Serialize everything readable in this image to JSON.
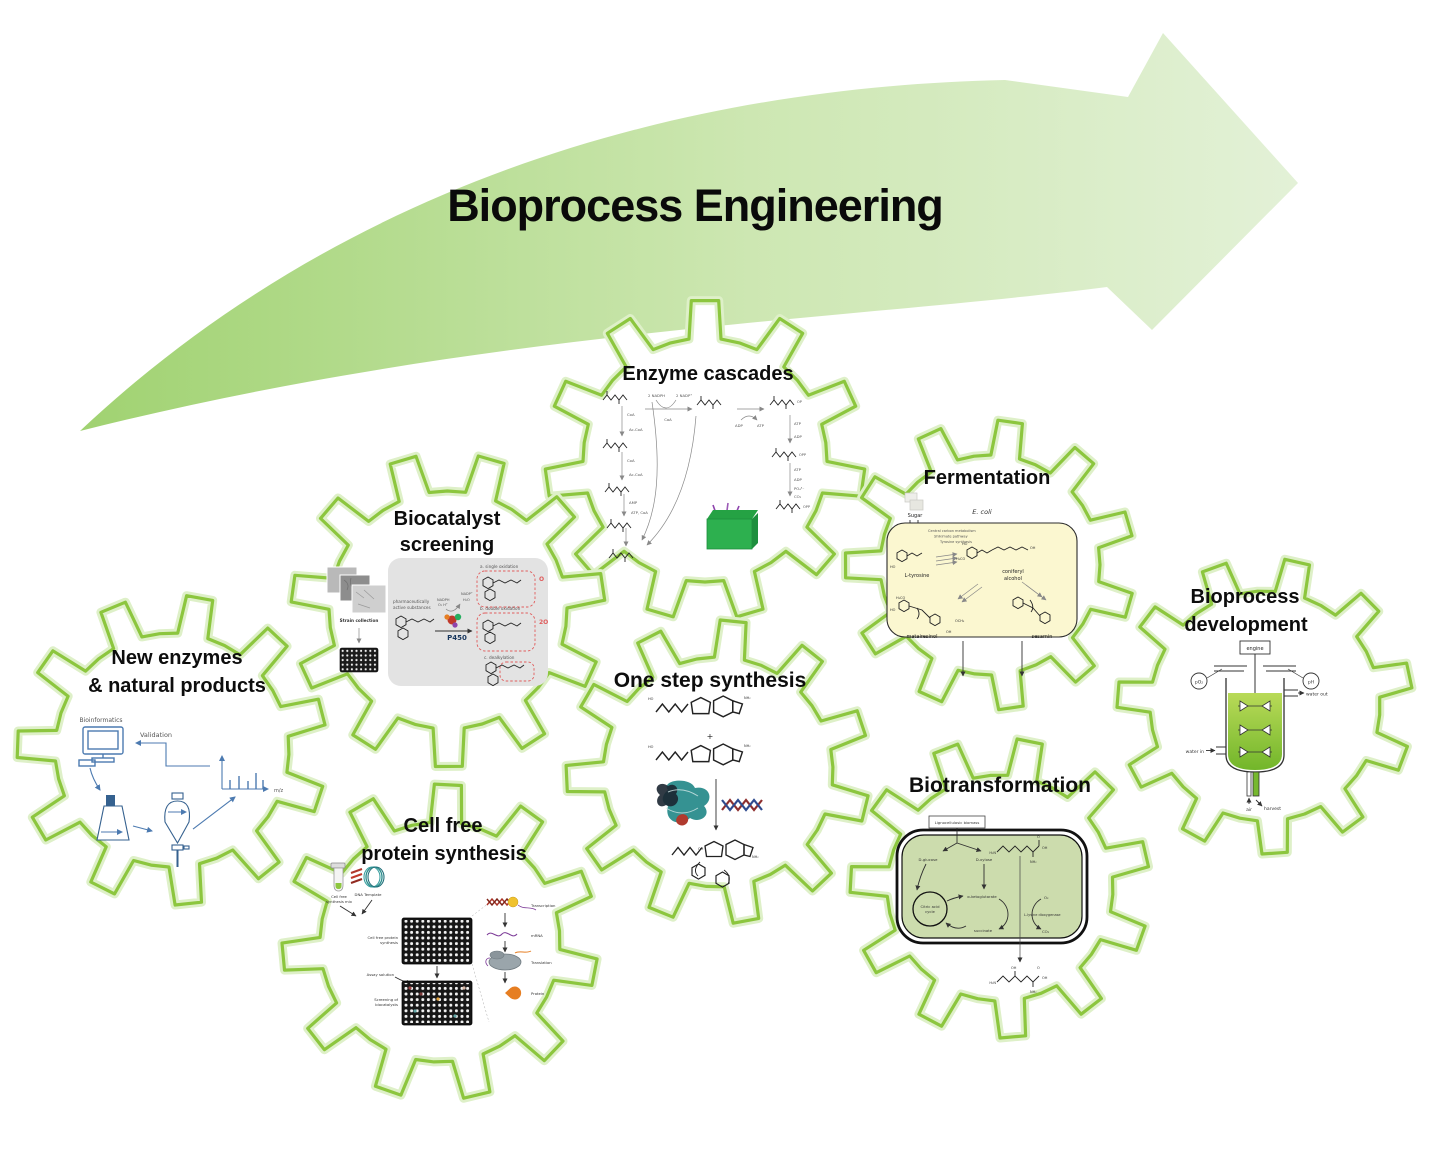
{
  "header": {
    "title": "Bioprocess Engineering"
  },
  "colors": {
    "gear_stroke": "#8cc63e",
    "gear_glow": "#def0c8",
    "arrow_left": "#a0d271",
    "arrow_right": "#e3f1d7",
    "yellow_panel": "#fbf7d0",
    "green_cell": "#ccdcad",
    "gray_panel": "#e3e3e3",
    "reactor_liquid": "#7ab82e",
    "icon_blue": "#4c7ab0",
    "red_dashed": "#e05c5c",
    "box_green": "#2db04f"
  },
  "gears": {
    "enzyme_cascades": {
      "title": "Enzyme cascades",
      "labels": {
        "nadph2": "2 NADPH",
        "nadp2": "2 NADP⁺",
        "coa_top": "CoA",
        "coa_a": "CoA",
        "accoa_a": "Ac-CoA",
        "coa_b": "CoA",
        "accoa_b": "Ac-CoA",
        "amp": "AMP",
        "atp_coa": "ATP, CoA",
        "adp1": "ADP",
        "atp1": "ATP",
        "atp2": "ATP",
        "adp2": "ADP",
        "opp1": "OPP",
        "atp3": "ATP",
        "adp3": "ADP",
        "po4": "PO₄³⁻",
        "co2": "CO₂",
        "opp2": "OPP",
        "op": "OP"
      }
    },
    "biocatalyst_screening": {
      "title_lines": [
        "Biocatalyst",
        "screening"
      ],
      "labels": {
        "strain_collection": "Strain collection",
        "pharma1": "pharmaceutically",
        "pharma2": "active substances",
        "nadph": "NADPH",
        "o2h": "O₂  H⁺",
        "nadp": "NADP⁺",
        "h2o": "H₂O",
        "p450": "P450",
        "a": "a. single oxidation",
        "a_o": "O",
        "b": "b. double oxidation",
        "b_o": "2O",
        "c": "c. dealkylation"
      }
    },
    "fermentation": {
      "title": "Fermentation",
      "labels": {
        "sugar": "Sugar",
        "ecoli": "E. coli",
        "path1": "Central carbon metabolism",
        "path2": "Shikimate pathway",
        "path3": "Tyrosine synthesis",
        "tyrosine": "L-tyrosine",
        "coniferyl1": "coniferyl",
        "coniferyl2": "alcohol",
        "matairesinol": "matairesinol",
        "sesamin": "sesamin",
        "ho1": "HO",
        "ho2": "HO",
        "h3co": "H₃CO",
        "oh1": "OH",
        "m_h3co": "H₃CO",
        "m_ho": "HO",
        "m_och3": "OCH₃",
        "m_oh": "OH"
      }
    },
    "bioprocess_development": {
      "title_lines": [
        "Bioprocess",
        "development"
      ],
      "labels": {
        "engine": "engine",
        "po2": "pO₂",
        "ph": "pH",
        "water_out": "water out",
        "water_in": "water in",
        "air": "air",
        "harvest": "harvest"
      }
    },
    "new_enzymes": {
      "title_lines": [
        "New enzymes",
        "& natural products"
      ],
      "labels": {
        "bioinformatics": "Bioinformatics",
        "validation": "Validation",
        "mz": "m/z"
      }
    },
    "one_step_synthesis": {
      "title": "One step synthesis",
      "labels": {
        "plus": "+",
        "ho1": "HO",
        "nh2_1": "NH₂",
        "ho2": "HO",
        "nh2_2": "NH₂",
        "oh_p": "OH",
        "nh2_p": "NH₂"
      }
    },
    "cell_free": {
      "title_lines": [
        "Cell free",
        "protein synthesis"
      ],
      "labels": {
        "mix1": "Cell free",
        "mix2": "synthesis mix",
        "dna_template": "DNA Template",
        "plate1_1": "Cell free protein",
        "plate1_2": "synthesis",
        "assay": "Assay solution",
        "plate2_1": "Screening of",
        "plate2_2": "biocatalysts",
        "transcription": "Transcription",
        "mrna": "mRNA",
        "translation": "Translation",
        "protein": "Protein"
      }
    },
    "biotransformation": {
      "title": "Biotransformation",
      "labels": {
        "biomass": "Lignocellulosic biomass",
        "glucose": "D-glucose",
        "xylose": "D-xylose",
        "citric1": "Citric acid",
        "citric2": "cycle",
        "akg": "α-ketoglutarate",
        "succinate": "succinate",
        "enzyme": "L-lysine dioxygenase",
        "o2": "O₂",
        "co2": "CO₂",
        "lys": {
          "h2n": "H₂N",
          "o": "O",
          "oh": "OH",
          "nh2": "NH₂"
        },
        "prod": {
          "h2n": "H₂N",
          "oh_top": "OH",
          "o": "O",
          "oh_end": "OH",
          "nh2": "NH₂"
        }
      }
    }
  }
}
